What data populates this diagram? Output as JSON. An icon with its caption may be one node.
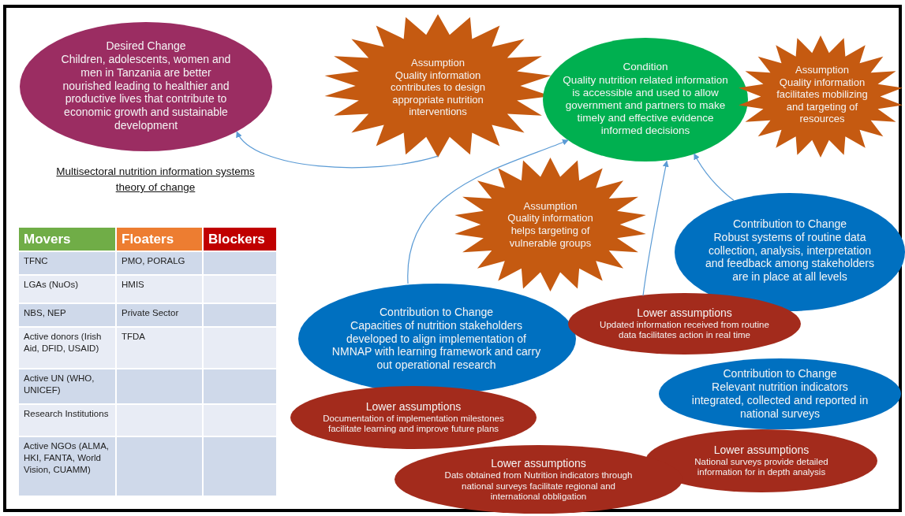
{
  "diagram": {
    "nodes": [
      {
        "text": [
          "Desired Change",
          "Children, adolescents, women and men in Tanzania are better nourished leading to healthier and productive lives that contribute to economic growth and sustainable development"
        ]
      },
      {
        "text": [
          "Assumption",
          "Quality information contributes to design appropriate nutrition interventions"
        ]
      },
      {
        "text": [
          "Condition",
          "Quality nutrition related information is accessible and used to allow government and partners to make timely and effective evidence informed decisions"
        ]
      },
      {
        "text": [
          "Assumption",
          "Quality information facilitates mobilizing and targeting of resources"
        ]
      },
      {
        "text": [
          "Assumption",
          "Quality information helps targeting of vulnerable groups"
        ]
      },
      {
        "text": [
          "Contribution to Change",
          "Robust systems of routine data collection, analysis, interpretation and feedback among stakeholders are in place at all levels"
        ]
      },
      {
        "text": [
          "Contribution to Change",
          "Capacities of nutrition stakeholders developed to align implementation of NMNAP with learning framework and carry out operational research"
        ]
      },
      {
        "text": [
          "Lower assumptions",
          "Updated information received from routine data facilitates action in real time"
        ]
      },
      {
        "text": [
          "Contribution to Change",
          "Relevant nutrition indicators integrated, collected and reported in national surveys"
        ]
      },
      {
        "text": [
          "Lower assumptions",
          "Documentation of implementation milestones facilitate learning and improve future plans"
        ]
      },
      {
        "text": [
          "Lower assumptions",
          "National surveys provide detailed information for in depth analysis"
        ]
      },
      {
        "text": [
          "Lower assumptions",
          "Dats obtained from Nutrition indicators through national surveys facilitate regional and international obbligation"
        ]
      }
    ],
    "edges": [
      {
        "from": 1,
        "to": 0,
        "arrow": "to"
      },
      {
        "from": 6,
        "to": 2,
        "arrow": "to"
      },
      {
        "from": 5,
        "to": 2,
        "arrow": "to"
      },
      {
        "from": 7,
        "to": 2,
        "arrow": "to"
      }
    ],
    "title": "Multisectoral nutrition information systems theory of change",
    "labels": [
      "Movers",
      "Floaters",
      "Blockers",
      "TFNC",
      "PMO, PORALG",
      "LGAs (NuOs)",
      "HMIS",
      "NBS, NEP",
      "Private Sector",
      "Active donors (Irish Aid, DFID, USAID)",
      "TFDA",
      "Active UN (WHO, UNICEF)",
      "Research Institutions",
      "Active NGOs (ALMA, HKI, FANTA, World Vision, CUAMM)"
    ]
  }
}
